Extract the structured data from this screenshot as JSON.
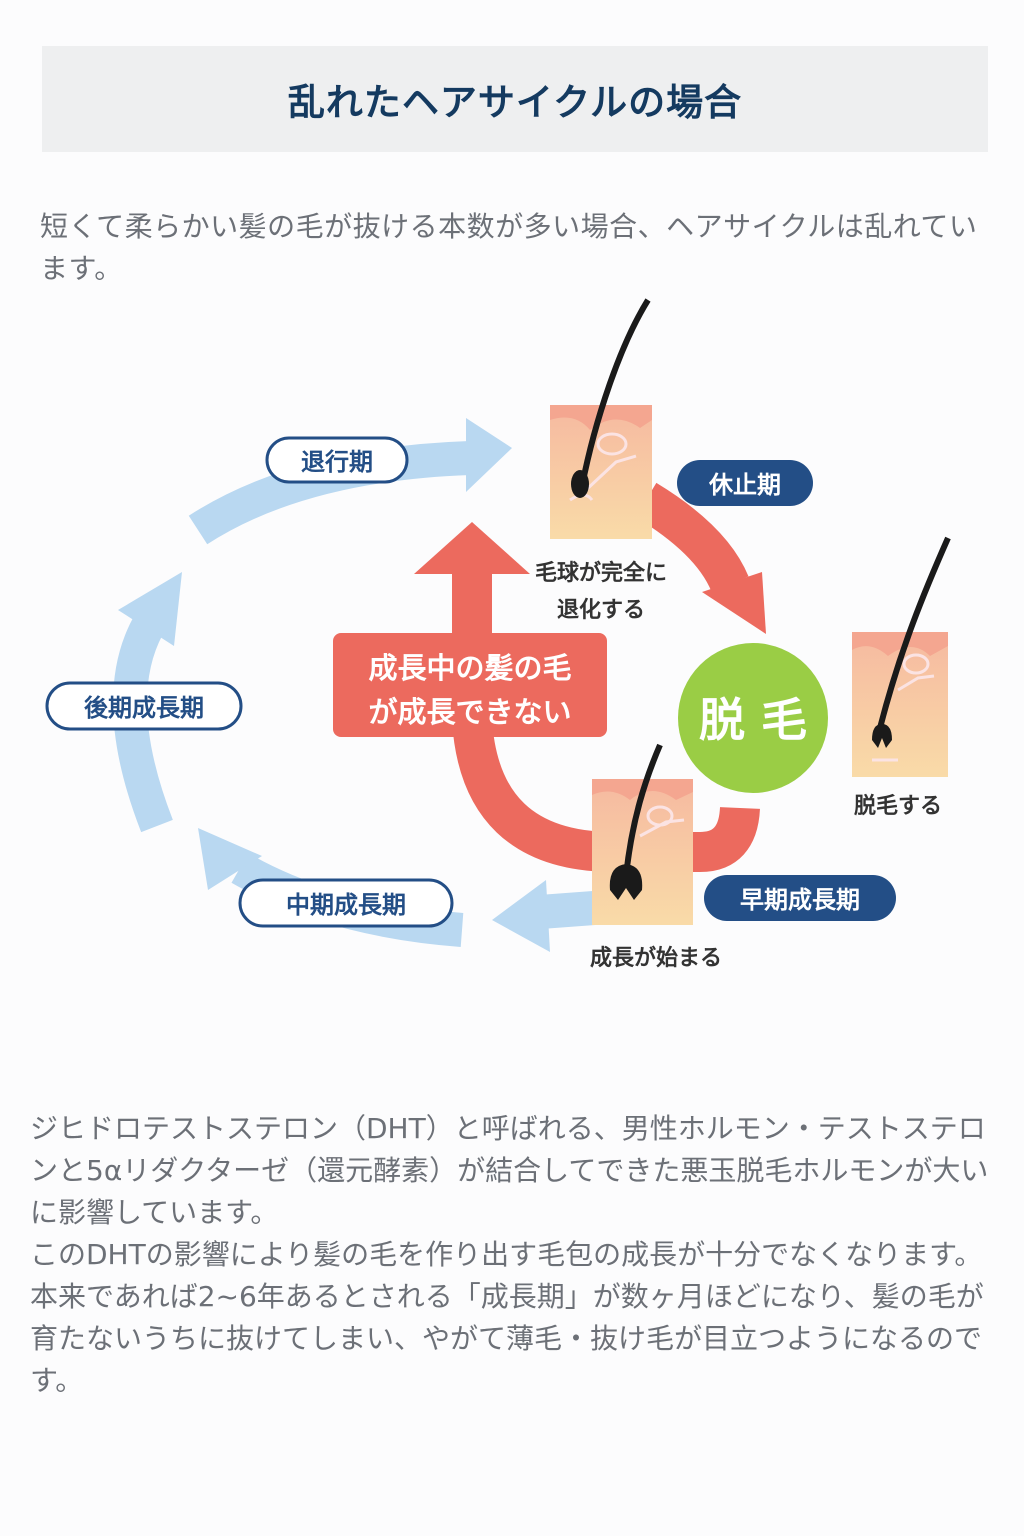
{
  "title": "乱れたヘアサイクルの場合",
  "intro": "短くて柔らかい髪の毛が抜ける本数が多い場合、ヘアサイクルは乱れています。",
  "diagram": {
    "phases": {
      "catagen": "退行期",
      "telogen": "休止期",
      "late_anagen": "後期成長期",
      "mid_anagen": "中期成長期",
      "early_anagen": "早期成長期"
    },
    "captions": {
      "bulb_regress_1": "毛球が完全に",
      "bulb_regress_2": "退化する",
      "shedding_caption": "脱毛する",
      "growth_start": "成長が始まる"
    },
    "center_box": {
      "line1": "成長中の髪の毛",
      "line2": "が成長できない"
    },
    "shedding_circle": "脱 毛",
    "colors": {
      "cycle_arrow": "#b9d8f1",
      "red_arrow": "#ec6a5e",
      "navy": "#234e86",
      "green": "#9acd45",
      "skin_top": "#f6b9a0",
      "skin_bottom": "#f9d9a6"
    }
  },
  "body": {
    "p1": "ジヒドロテストステロン（DHT）と呼ばれる、男性ホルモン・テストステロンと5αリダクターゼ（還元酵素）が結合してできた悪玉脱毛ホルモンが大いに影響しています。",
    "p2": "このDHTの影響により髪の毛を作り出す毛包の成長が十分でなくなります。本来であれば2~6年あるとされる「成長期」が数ヶ月ほどになり、髪の毛が育たないうちに抜けてしまい、やがて薄毛・抜け毛が目立つようになるのです。"
  }
}
